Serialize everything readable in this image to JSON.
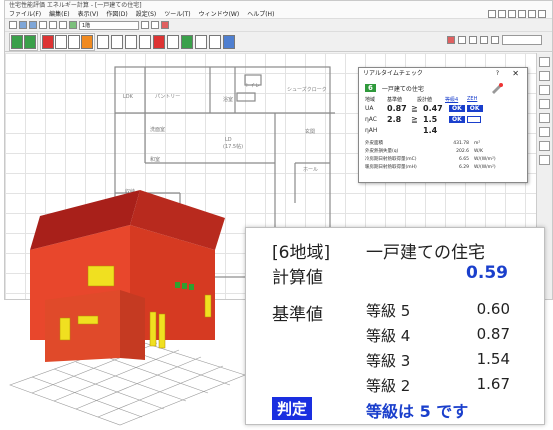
{
  "window": {
    "title": "住宅性能評価 エネルギー計算 - [一戸建ての住宅]",
    "menu": [
      "ファイル(F)",
      "編集(E)",
      "表示(V)",
      "作図(D)",
      "設定(S)",
      "ツール(T)",
      "ウィンドウ(W)",
      "ヘルプ(H)"
    ],
    "floor_select": "1階"
  },
  "floorplan": {
    "rooms": [
      "LDK",
      "パントリー",
      "トイレ",
      "シューズクローク",
      "玄関",
      "ホール",
      "洗面室",
      "和室",
      "浴室",
      "収納",
      "LD"
    ],
    "room_ldk_note": "(17.5帖)"
  },
  "dialog": {
    "title": "リアルタイムチェック",
    "help": "?",
    "close": "✕",
    "region_badge": "6",
    "house_type": "一戸建ての住宅",
    "headers": [
      "地域",
      "基準値",
      "設計値",
      "等級4",
      "ZEH"
    ],
    "rows": [
      {
        "label": "UA",
        "std": "0.87",
        "cmp": "≧",
        "design": "0.47",
        "ok1": "OK",
        "ok2": "OK"
      },
      {
        "label": "ηAC",
        "std": "2.8",
        "cmp": "≧",
        "design": "1.5",
        "ok1": "OK",
        "ok2": ""
      },
      {
        "label": "ηAH",
        "std": "",
        "cmp": "",
        "design": "1.4",
        "ok1": "",
        "ok2": ""
      }
    ],
    "stats": [
      {
        "key": "外皮面積",
        "value": "431.78",
        "unit": "m²"
      },
      {
        "key": "外皮熱損失量(q)",
        "value": "202.6",
        "unit": "W/K"
      },
      {
        "key": "冷房期日射熱取得量(mC)",
        "value": "6.65",
        "unit": "W/(W/m²)"
      },
      {
        "key": "暖房期日射熱取得量(mH)",
        "value": "6.29",
        "unit": "W/(W/m²)"
      }
    ]
  },
  "result_panel": {
    "region": "[6地域]",
    "house_type": "一戸建ての住宅",
    "calc_label": "計算値",
    "calc_value": "0.59",
    "std_label": "基準値",
    "grades": [
      {
        "label": "等級 5",
        "value": "0.60"
      },
      {
        "label": "等級 4",
        "value": "0.87"
      },
      {
        "label": "等級 3",
        "value": "1.54"
      },
      {
        "label": "等級 2",
        "value": "1.67"
      }
    ],
    "judge_label": "判定",
    "judge_text": "等級は 5 です"
  },
  "colors": {
    "accent_blue": "#1a3fcc",
    "badge_green": "#2f9a3c",
    "house_wall": "#e8472c",
    "house_window": "#f0e020"
  }
}
